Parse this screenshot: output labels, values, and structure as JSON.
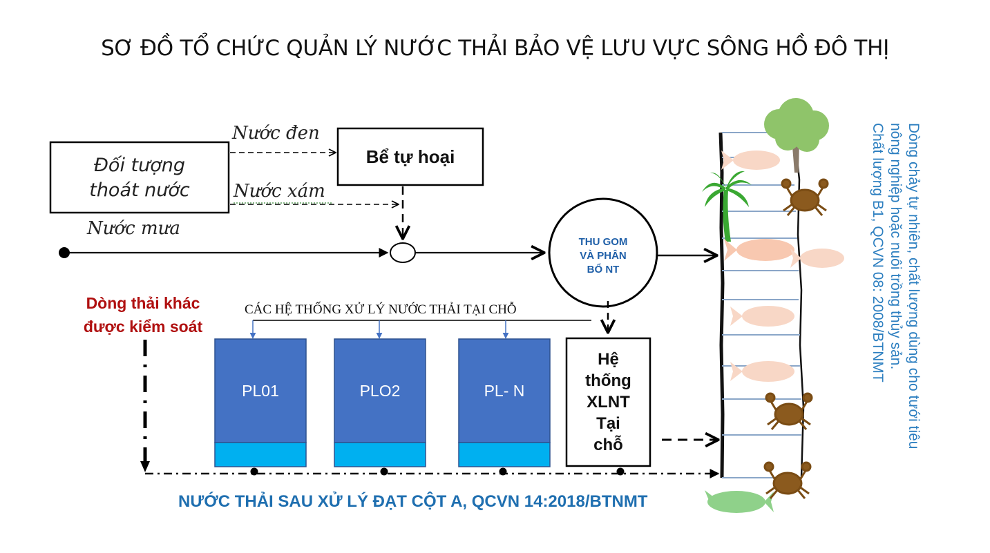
{
  "title": "SƠ ĐỒ TỔ CHỨC QUẢN LÝ NƯỚC THẢI BẢO VỆ LƯU VỰC SÔNG HỒ ĐÔ THỊ",
  "source": {
    "line1": "Đối tượng",
    "line2": "thoát nước"
  },
  "flows": {
    "black_water": "Nước đen",
    "grey_water": "Nước  xám",
    "rain_water": "Nước mưa"
  },
  "septic_tank": "Bể tự hoại",
  "collection": {
    "line1": "THU GOM",
    "line2": "VÀ PHÂN",
    "line3": "BỔ NT"
  },
  "other_controlled": {
    "line1": "Dòng thải khác",
    "line2": "được kiểm soát"
  },
  "onsite_systems_title": "CÁC HỆ THỐNG XỬ LÝ NƯỚC THẢI TẠI CHỖ",
  "plants": [
    "PL01",
    "PLO2",
    "PL- N"
  ],
  "onsite_system": {
    "line1": "Hệ",
    "line2": "thống",
    "line3": "XLNT",
    "line4": "Tại",
    "line5": "chỗ"
  },
  "bottom_label": "NƯỚC THẢI SAU XỬ LÝ ĐẠT CỘT A, QCVN 14:2018/BTNMT",
  "river_note": {
    "line1": "Dòng chảy tự nhiên, chất lượng dùng cho tưới tiêu",
    "line2": "nông nghiệp hoặc nuôi trồng thủy sản.",
    "line3": "Chất lượng B1, QCVN 08: 2008/BTNMT"
  },
  "colors": {
    "plant_blue": "#4472c4",
    "plant_cyan": "#00b0f0",
    "fish_pink": "#f8d7c6",
    "fish_green": "#8fd18a",
    "crab_brown": "#8b5a1e",
    "tree_green": "#8fc46a",
    "palm_green": "#3aa832",
    "label_red": "#b01010",
    "label_blue": "#1f6fb0"
  }
}
